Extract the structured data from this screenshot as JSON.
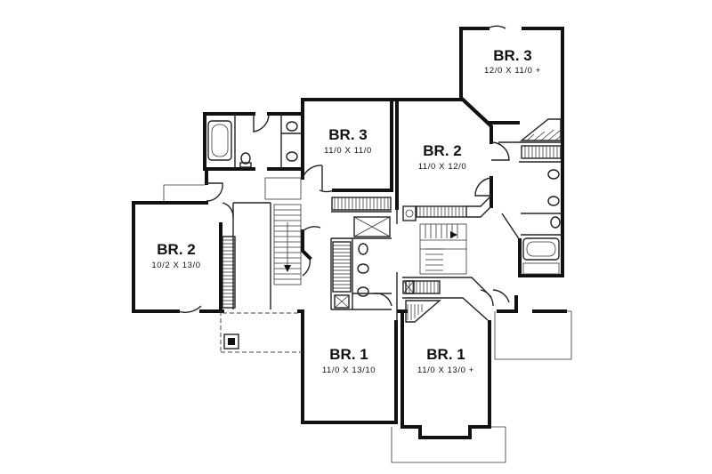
{
  "rooms": [
    {
      "id": "br3-right",
      "name": "BR. 3",
      "dims": "12/0 X 11/0 +"
    },
    {
      "id": "br3-center",
      "name": "BR. 3",
      "dims": "11/0 X 11/0"
    },
    {
      "id": "br2-center",
      "name": "BR. 2",
      "dims": "11/0 X 12/0"
    },
    {
      "id": "br2-left",
      "name": "BR. 2",
      "dims": "10/2 X 13/0"
    },
    {
      "id": "br1-center",
      "name": "BR. 1",
      "dims": "11/0 X 13/10"
    },
    {
      "id": "br1-right",
      "name": "BR. 1",
      "dims": "11/0 X 13/0 +"
    }
  ],
  "colors": {
    "walls": "#111111",
    "background": "#ffffff"
  }
}
